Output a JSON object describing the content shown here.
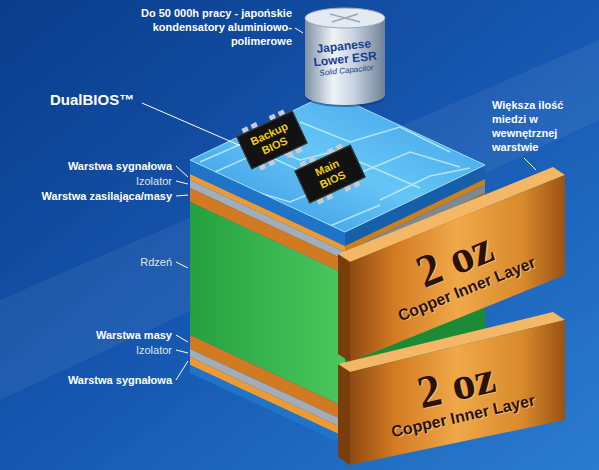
{
  "diagram": {
    "nodes": [
      {
        "text": [
          "Japanese Lower ESR",
          "Solid Capacitor"
        ]
      },
      {
        "text": [
          "Backup BIOS"
        ]
      },
      {
        "text": [
          "Main BIOS"
        ]
      },
      {
        "text": [
          "2 oz",
          "Copper Inner Layer"
        ]
      },
      {
        "text": [
          "2 oz",
          "Copper Inner Layer"
        ]
      }
    ],
    "labels": [
      "Do 50 000h pracy - japońskie kondensatory aluminiowo-polimerowe",
      "DualBIOS™",
      "Większa ilość miedzi w wewnętrznej warstwie",
      "Warstwa sygnałowa",
      "Izolator",
      "Warstwa zasilająca/masy",
      "Rdzeń",
      "Warstwa masy",
      "Izolator",
      "Warstwa sygnałowa"
    ]
  }
}
